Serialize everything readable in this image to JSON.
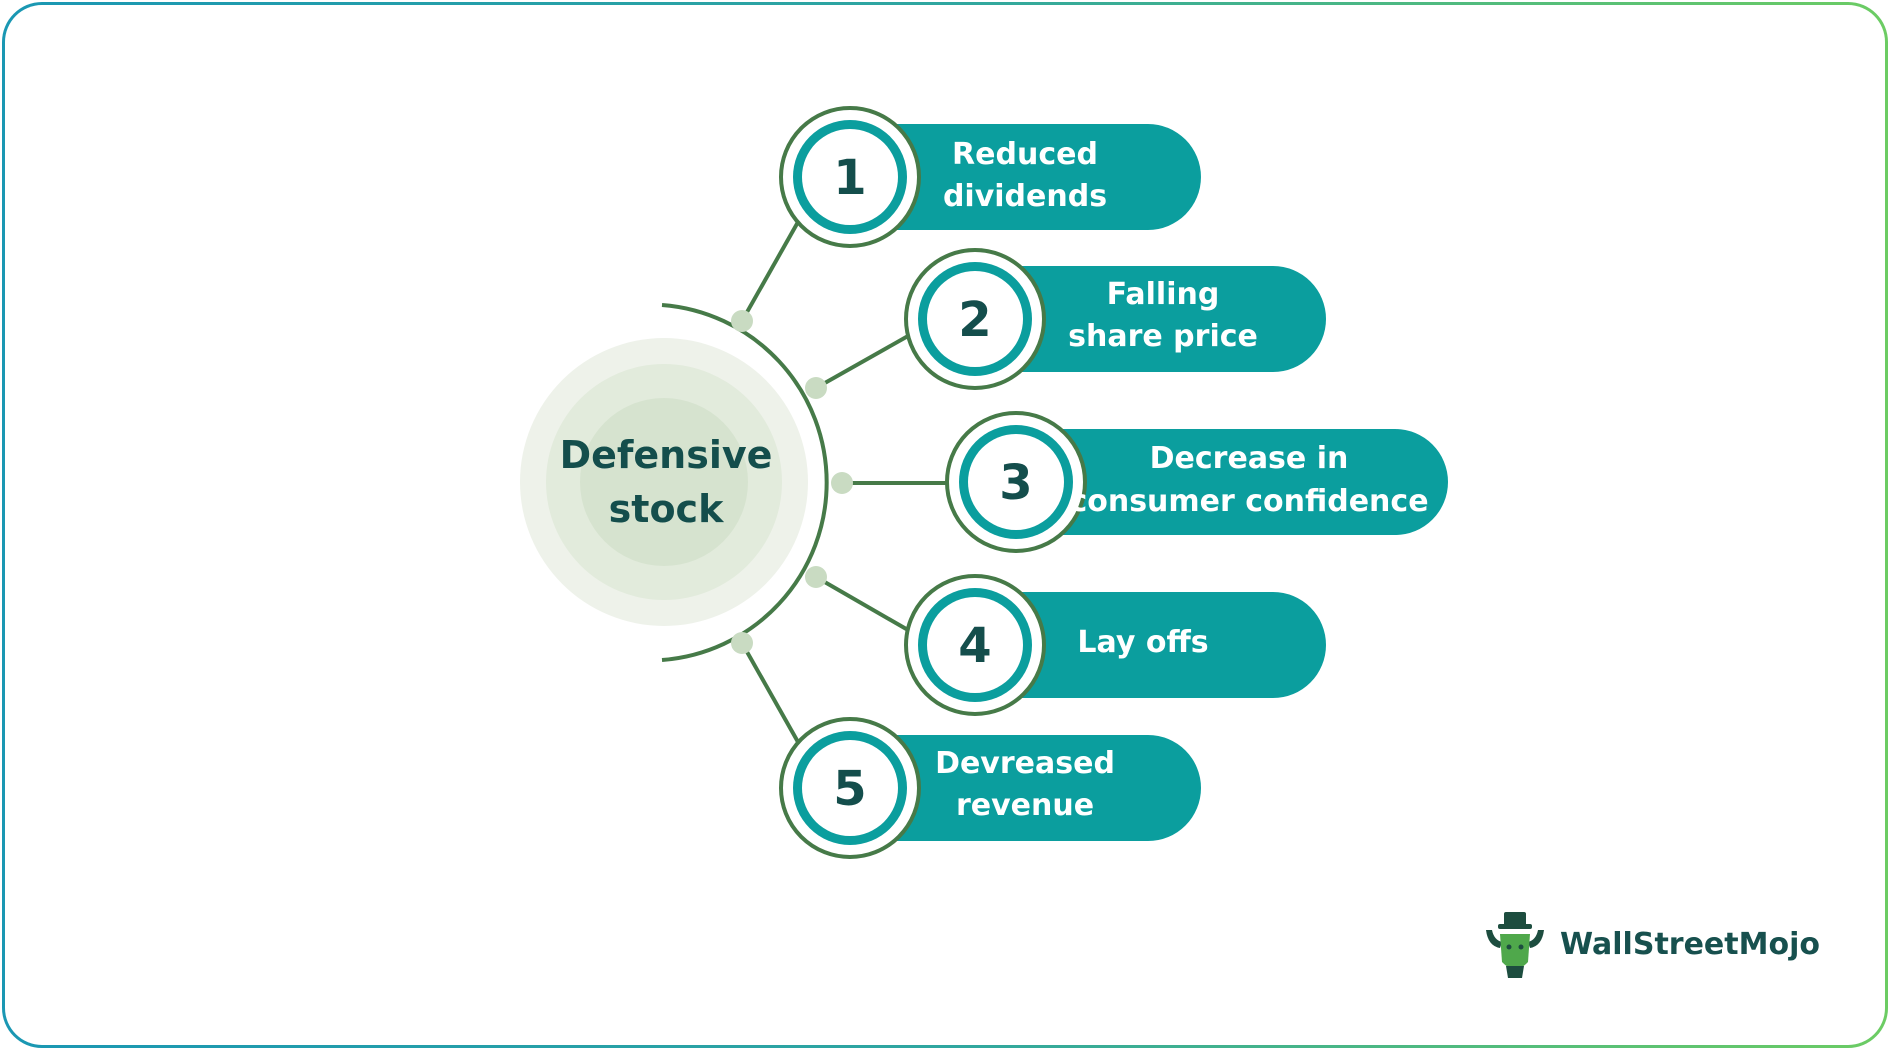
{
  "center": {
    "line1": "Defensive",
    "line2": "stock"
  },
  "items": [
    {
      "number": "1",
      "line1": "Reduced",
      "line2": "dividends"
    },
    {
      "number": "2",
      "line1": "Falling",
      "line2": "share price"
    },
    {
      "number": "3",
      "line1": "Decrease in",
      "line2": "consumer confidence"
    },
    {
      "number": "4",
      "line1": "Lay offs",
      "line2": ""
    },
    {
      "number": "5",
      "line1": "Devreased",
      "line2": "revenue"
    }
  ],
  "logo": {
    "text": "WallStreetMojo"
  },
  "colors": {
    "teal": "#0b9e9e",
    "dark_green": "#467a48",
    "text_dark": "#144e4c",
    "node": "#c9dbc2"
  }
}
